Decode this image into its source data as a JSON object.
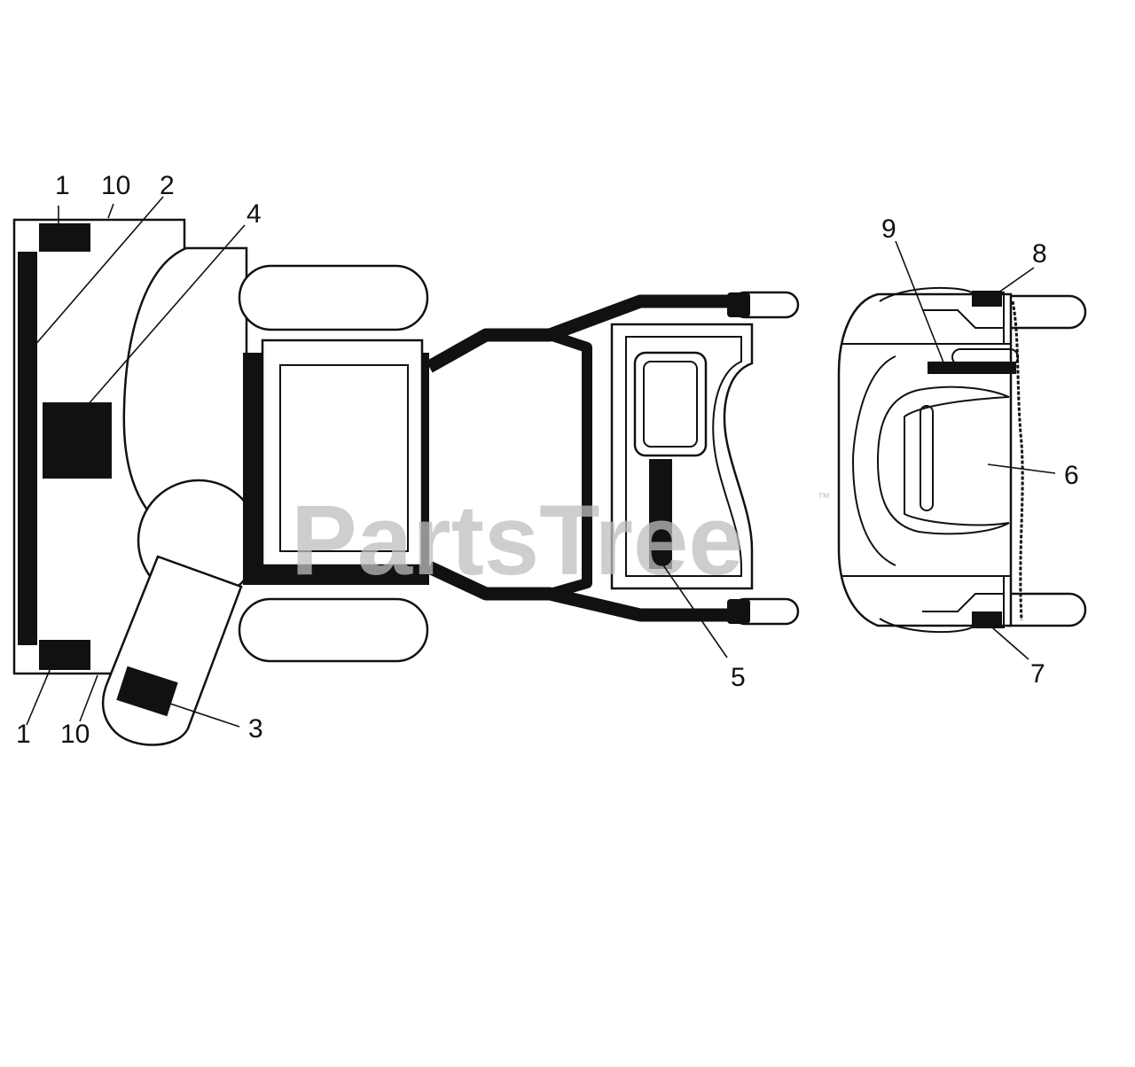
{
  "watermark": {
    "text": "PartsTree",
    "trademark": "™"
  },
  "callouts": {
    "c1_top": "1",
    "c10_top": "10",
    "c2": "2",
    "c4": "4",
    "c1_bottom": "1",
    "c10_bottom": "10",
    "c3": "3",
    "c5": "5",
    "c9": "9",
    "c8": "8",
    "c6": "6",
    "c7": "7"
  }
}
